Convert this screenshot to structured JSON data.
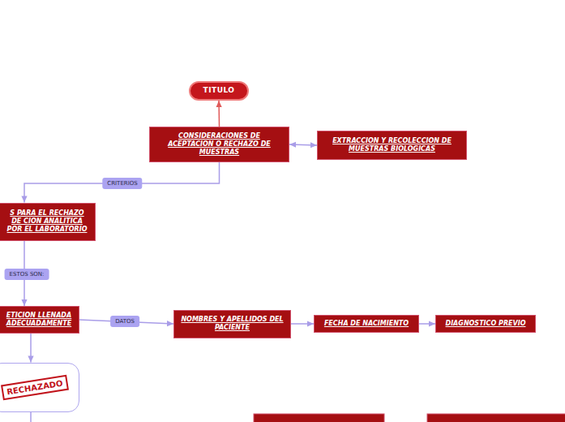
{
  "diagram": {
    "nodes": [
      {
        "text": [
          "TITULO"
        ]
      },
      {
        "text": [
          "CONSIDERACIONES DE ACEPTACION O RECHAZO DE MUESTRAS"
        ]
      },
      {
        "text": [
          "EXTRACCION Y RECOLECCION DE MUESTRAS BIOLOGICAS"
        ]
      },
      {
        "text": [
          "S PARA EL RECHAZO DE CION ANALITICA POR EL LABORATORIO"
        ]
      },
      {
        "text": [
          "ETICION LLENADA ADECUADAMENTE"
        ]
      },
      {
        "text": [
          "NOMBRES Y APELLIDOS DEL PACIENTE"
        ]
      },
      {
        "text": [
          "FECHA DE NACIMIENTO"
        ]
      },
      {
        "text": [
          "DIAGNOSTICO PREVIO"
        ]
      },
      {
        "text": [
          "RECHAZADO"
        ]
      }
    ],
    "edges": [
      {
        "from": 1,
        "to": 0,
        "arrow": "to"
      },
      {
        "from": 1,
        "to": 2,
        "arrow": "both"
      },
      {
        "from": 1,
        "to": 3,
        "label": "CRITERIOS",
        "arrow": "to"
      },
      {
        "from": 3,
        "to": 4,
        "label": "ESTOS SON:",
        "arrow": "to"
      },
      {
        "from": 4,
        "to": 5,
        "label": "DATOS",
        "arrow": "to"
      },
      {
        "from": 5,
        "to": 6,
        "arrow": "to"
      },
      {
        "from": 6,
        "to": 7,
        "arrow": "to"
      },
      {
        "from": 4,
        "to": 8,
        "arrow": "to"
      }
    ]
  }
}
